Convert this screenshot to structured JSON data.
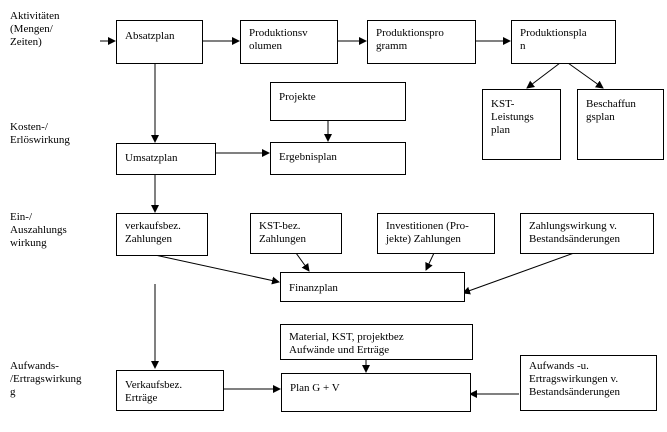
{
  "row_labels": {
    "activities": "Aktivitäten\n(Mengen/\nZeiten)",
    "cost_revenue": "Kosten-/\nErlöswirkung",
    "cash_flow": "Ein-/\nAuszahlungs\nwirkung",
    "expense_income": "Aufwands-\n/Ertragswirkung\ng"
  },
  "boxes": {
    "absatzplan": "Absatzplan",
    "produktionsvolumen": "Produktionsv\nolumen",
    "produktionsprogramm": "Produktionspro\ngramm",
    "produktionsplan": "Produktionspla\nn",
    "kst_leistungsplan": "KST-\nLeistungs\nplan",
    "beschaffungsplan": "Beschaffun\ngsplan",
    "projekte": "Projekte",
    "umsatzplan": "Umsatzplan",
    "ergebnisplan": "Ergebnisplan",
    "verkaufsbez_zahlungen": "verkaufsbez.\nZahlungen",
    "kst_bez_zahlungen": "KST-bez.\nZahlungen",
    "investitionen_zahlungen": "Investitionen (Pro-\njekte) Zahlungen",
    "zahlungswirkung_bestand": "Zahlungswirkung v.\nBestandsänderungen",
    "finanzplan": "Finanzplan",
    "material_kst_aufwaende": "Material, KST, projektbez\nAufwände und Erträge",
    "verkaufsbez_ertraege": "Verkaufsbez.\nErträge",
    "plan_gv": "Plan G + V",
    "aufwands_ertragswirkungen": "Aufwands -u.\nErtragswirkungen v.\nBestandsänderungen"
  }
}
